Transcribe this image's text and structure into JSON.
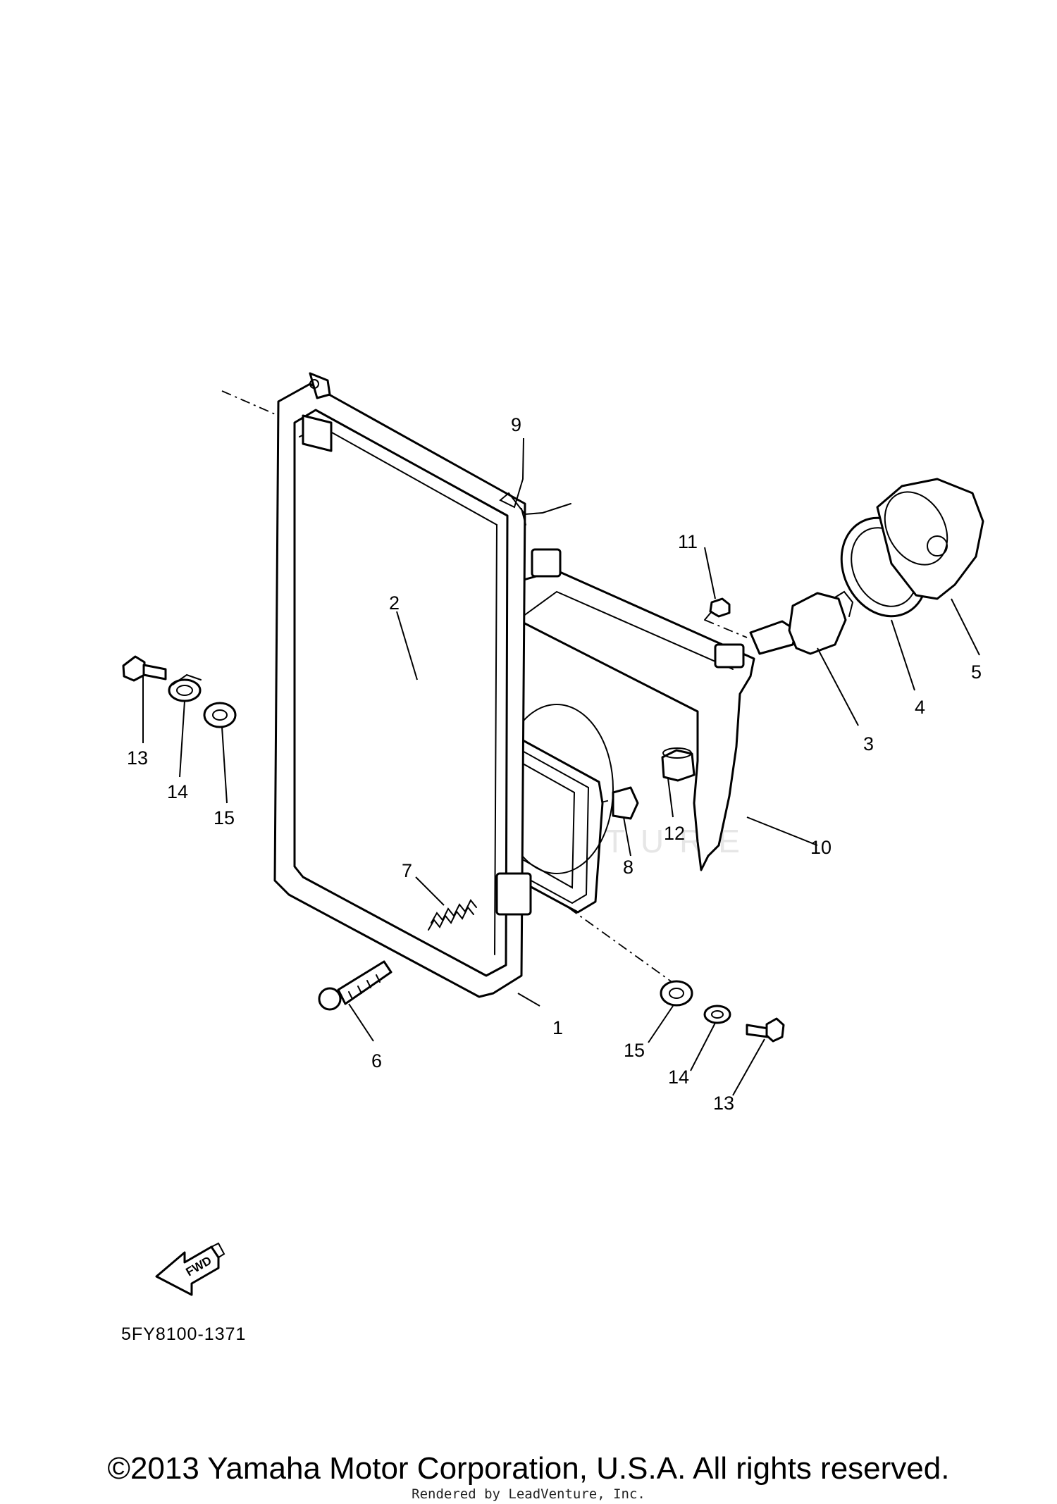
{
  "diagram": {
    "watermark": "LEADVENTURE",
    "callouts": [
      {
        "id": "1",
        "label": "1"
      },
      {
        "id": "2",
        "label": "2"
      },
      {
        "id": "3",
        "label": "3"
      },
      {
        "id": "4",
        "label": "4"
      },
      {
        "id": "5",
        "label": "5"
      },
      {
        "id": "6",
        "label": "6"
      },
      {
        "id": "7",
        "label": "7"
      },
      {
        "id": "8",
        "label": "8"
      },
      {
        "id": "9",
        "label": "9"
      },
      {
        "id": "10",
        "label": "10"
      },
      {
        "id": "11",
        "label": "11"
      },
      {
        "id": "12",
        "label": "12"
      },
      {
        "id": "13a",
        "label": "13"
      },
      {
        "id": "14a",
        "label": "14"
      },
      {
        "id": "15a",
        "label": "15"
      },
      {
        "id": "13b",
        "label": "13"
      },
      {
        "id": "14b",
        "label": "14"
      },
      {
        "id": "15b",
        "label": "15"
      }
    ],
    "fwd_label": "FWD",
    "code": "5FY8100-1371"
  },
  "footer": {
    "copyright": "©2013 Yamaha Motor Corporation, U.S.A. All rights reserved.",
    "rendered_by": "Rendered by LeadVenture, Inc."
  }
}
